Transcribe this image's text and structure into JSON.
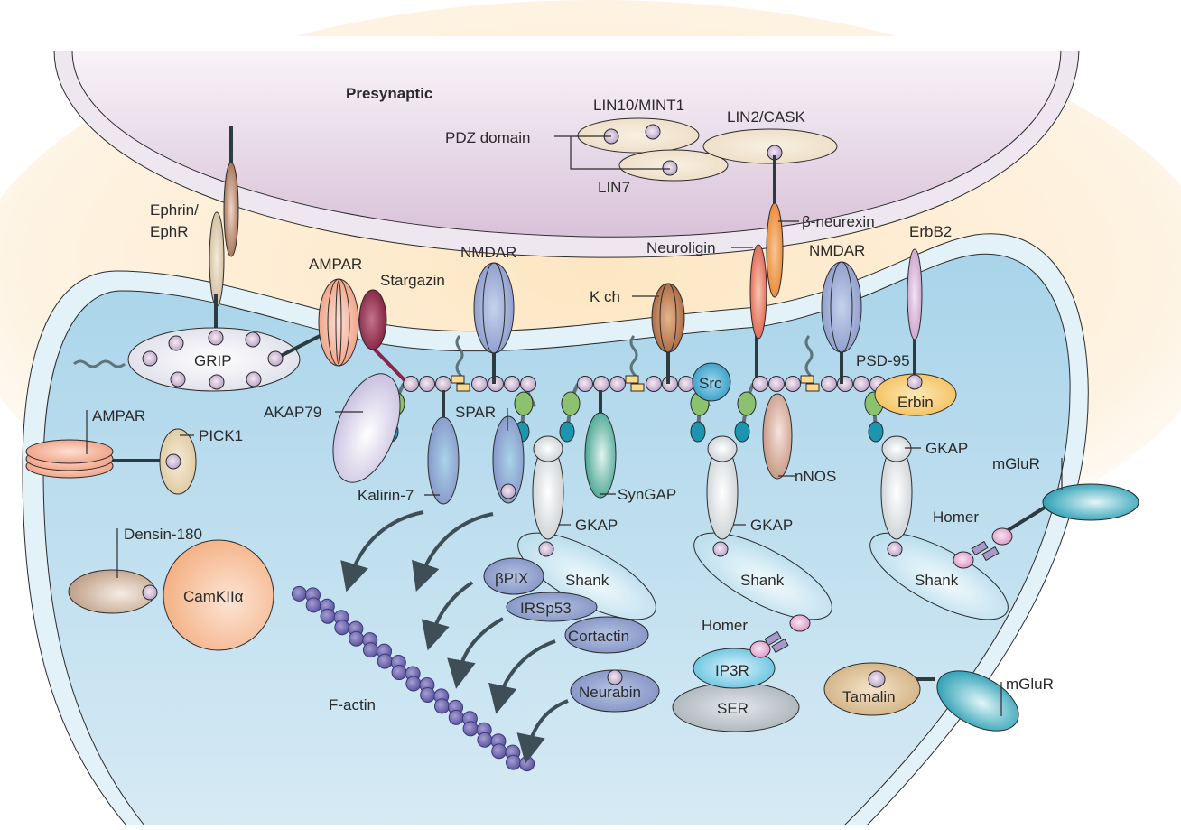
{
  "figure": {
    "regions": {
      "presynaptic": "Presynaptic"
    },
    "presynaptic_labels": {
      "pdz_domain": "PDZ domain",
      "lin10": "LIN10/MINT1",
      "lin2": "LIN2/CASK",
      "lin7": "LIN7",
      "beta_neurexin": "β-neurexin"
    },
    "cleft_labels": {
      "ephrin": "Ephrin/",
      "ephr": "EphR",
      "ampar_top": "AMPAR",
      "stargazin": "Stargazin",
      "nmdar_left": "NMDAR",
      "k_channel": "K ch",
      "neuroligin": "Neuroligin",
      "nmdar_right": "NMDAR",
      "erbb2": "ErbB2"
    },
    "postsynaptic_labels": {
      "grip": "GRIP",
      "ampar_left": "AMPAR",
      "pick1": "PICK1",
      "akap79": "AKAP79",
      "kalirin7": "Kalirin-7",
      "spar": "SPAR",
      "syngap": "SynGAP",
      "src": "Src",
      "psd95": "PSD-95",
      "erbin": "Erbin",
      "nnos": "nNOS",
      "gkap_1": "GKAP",
      "gkap_2": "GKAP",
      "gkap_3": "GKAP",
      "densin180": "Densin-180",
      "camkii": "CamKIIα",
      "factin": "F-actin",
      "betapix": "βPIX",
      "irsp53": "IRSp53",
      "cortactin": "Cortactin",
      "neurabin": "Neurabin",
      "shank_1": "Shank",
      "shank_2": "Shank",
      "shank_3": "Shank",
      "homer_1": "Homer",
      "homer_2": "Homer",
      "ip3r": "IP3R",
      "ser": "SER",
      "tamalin": "Tamalin",
      "mglur_1": "mGluR",
      "mglur_2": "mGluR"
    },
    "colors": {
      "presynaptic_fill": "#dcc6dc",
      "cleft_fill": "#fdeccd",
      "postsynaptic_fill": "#b8dced",
      "membrane": "#eef5fa",
      "pdz": "#c9b5d6",
      "ampar": "#f2a58a",
      "stargazin": "#8c2446",
      "nmdar": "#8e9ccc",
      "k_channel": "#a8683f",
      "neuroligin": "#e4604a",
      "neurexin": "#ec8c3c",
      "erbb2": "#cfa6cf",
      "erbin": "#f7c463",
      "src": "#2f9cc9",
      "sh3": "#8cc26e",
      "gk": "#1b95b0",
      "syngap": "#3fa58f",
      "nnos": "#c89a85",
      "gkap": "#d8dde0",
      "shank": "#d4ebf5",
      "actin_regulators": "#8494c4",
      "factin": "#6e68b0",
      "camkii": "#f5b88c",
      "densin": "#c6a88f",
      "tamalin": "#d2b284",
      "mglur": "#2aa3b8",
      "homer": "#dea1cf",
      "ip3r": "#5fc1df",
      "ser": "#aab4ba",
      "akap79": "#c9c1e2",
      "grip": "#e2e2ee",
      "pick1": "#e2cfa6",
      "arrow": "#3d4e57"
    }
  }
}
